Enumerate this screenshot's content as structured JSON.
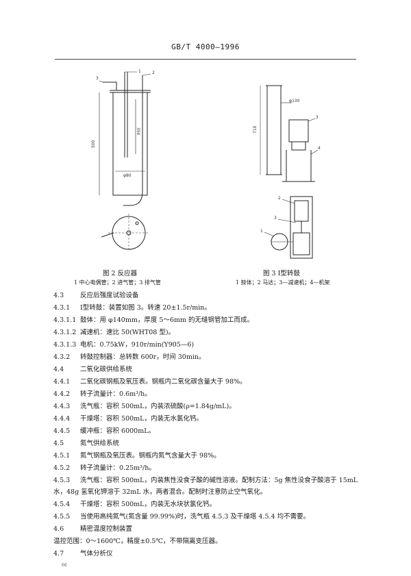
{
  "header": {
    "standard": "GB/T 4000—1996"
  },
  "figure2": {
    "caption": "图 2   反应器",
    "legend": "1  中心电偶管；2  进气管；3  排气管",
    "callouts": [
      "1",
      "2",
      "3"
    ],
    "dims": [
      "500",
      "350",
      "φ80"
    ]
  },
  "figure3": {
    "caption": "图 3    Ⅰ型转鼓",
    "legend": "1  鼓体；2  马达；3—减速机；4—机架",
    "callouts_top": [
      "3",
      "4"
    ],
    "callouts_bottom": [
      "2",
      "3",
      "1"
    ],
    "dims": [
      "φ130",
      "710"
    ]
  },
  "body": [
    {
      "num": "4.3",
      "text": "  反应后强度试验设备"
    },
    {
      "num": "4.3.1",
      "text": "  Ⅰ型转鼓：装置如图 3。转速 20±1.5r/min。"
    },
    {
      "num": "4.3.1.1",
      "text": "  鼓体：用 φ140mm，厚度 5～6mm 的无缝钢管加工而成。"
    },
    {
      "num": "4.3.1.2",
      "text": "  减速机：速比 50(WHT08 型)。"
    },
    {
      "num": "4.3.1.3",
      "text": "  电机：0.75kW，910r/min(Y905—6)"
    },
    {
      "num": "4.3.2",
      "text": "  转鼓控制器：总转数 600r，时间 30min。"
    },
    {
      "num": "4.4",
      "text": "  二氧化碳供给系统"
    },
    {
      "num": "4.4.1",
      "text": "  二氧化碳钢瓶及氧压表。钢瓶内二氧化碳含量大于 98%。"
    },
    {
      "num": "4.4.2",
      "text": "  转子流量计：0.6m³/h。"
    },
    {
      "num": "4.4.3",
      "text": "  洗气瓶：容积 500mL，内装浓硫酸(ρ=1.84g/mL)。"
    },
    {
      "num": "4.4.4",
      "text": "  干燥塔：容积 500mL，内装无水氯化钙。"
    },
    {
      "num": "4.4.5",
      "text": "  缓冲瓶：容积 6000mL。"
    },
    {
      "num": "4.5",
      "text": "  氮气供给系统"
    },
    {
      "num": "4.5.1",
      "text": "  氮气钢瓶及氧压表。钢瓶内氮气含量大于 98%。"
    },
    {
      "num": "4.5.2",
      "text": "  转子流量计：0.25m³/h。"
    },
    {
      "num": "4.5.3",
      "text": "  洗气瓶：容积 500mL，内装焦性没食子酸的碱性溶液。配制方法：5g 焦性没食子酸溶于 15mL"
    },
    {
      "num": "",
      "text": "水，48g 氢氧化钾溶于 32mL 水，两者混合。配制时注意防止空气氧化。"
    },
    {
      "num": "4.5.4",
      "text": "  干燥塔：容积 500mL，内装无水块状氯化钙。"
    },
    {
      "num": "4.5.5",
      "text": "  当使用高纯氮气(氮含量 99.99%)时，洗气瓶 4.5.3 及干燥塔 4.5.4 均不需要。"
    },
    {
      "num": "4.6",
      "text": "  精密温度控制装置"
    },
    {
      "num": "",
      "text": "    温控范围：0～1600℃，精度±0.5℃，不带隔离变压器。"
    },
    {
      "num": "4.7",
      "text": "  气体分析仪"
    }
  ],
  "footer": {
    "page": "66"
  }
}
